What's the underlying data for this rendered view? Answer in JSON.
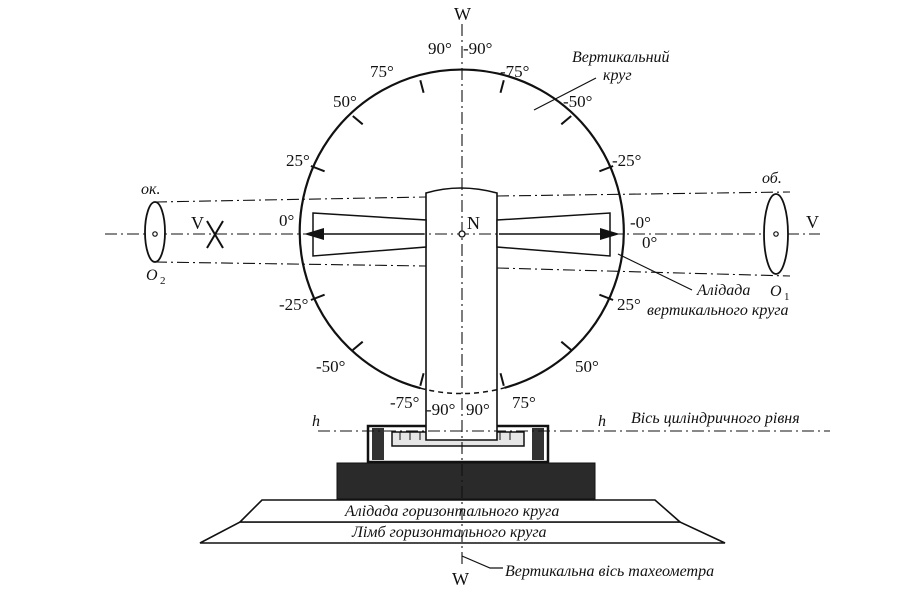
{
  "axis": {
    "top": "W",
    "bottom": "W",
    "left_v": "V",
    "right_v": "V",
    "center": "N"
  },
  "eyepiece": {
    "label": "ок.",
    "point": "O",
    "sub": "2"
  },
  "objective": {
    "label": "об.",
    "point": "O",
    "sub": "1"
  },
  "vertical_circle_label": [
    "Вертикальний",
    "круг"
  ],
  "alidade_vertical_label": [
    "Алідада",
    "вертикального круга"
  ],
  "level_axis": {
    "h_left": "h",
    "h_right": "h",
    "label": "Вісь циліндричного рівня"
  },
  "horizontal_alidade_label": "Алідада горизонтального круга",
  "horizontal_limb_label": "Лімб горизонтального круга",
  "vertical_axis_label": "Вертикальна вісь тахеометра",
  "scale_labels": {
    "top_left_90": "90°",
    "top_right_90": "-90°",
    "left_75": "75°",
    "right_75": "-75°",
    "left_50": "50°",
    "right_50": "-50°",
    "left_25": "25°",
    "right_25": "-25°",
    "left_0": "0°",
    "right_0a": "-0°",
    "right_0b": "0°",
    "lower_left_25": "-25°",
    "lower_right_25": "25°",
    "lower_left_50": "-50°",
    "lower_right_50": "50°",
    "lower_left_75": "-75°",
    "lower_right_75": "75°",
    "bottom_left_90": "-90°",
    "bottom_right_90": "90°"
  }
}
